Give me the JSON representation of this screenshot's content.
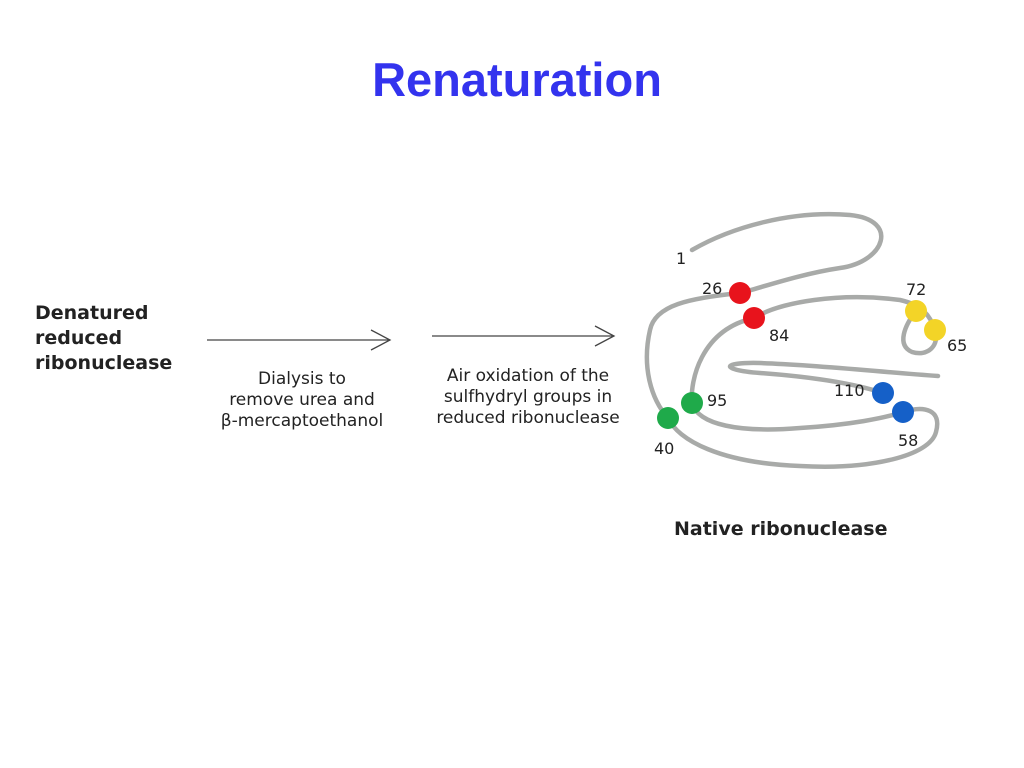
{
  "slide": {
    "title": "Renaturation",
    "title_color": "#3333ee"
  },
  "start_label": {
    "lines": [
      "Denatured",
      "reduced",
      "ribonuclease"
    ]
  },
  "step1": {
    "lines": [
      "Dialysis to",
      "remove urea and",
      "β-mercaptoethanol"
    ]
  },
  "step2": {
    "lines": [
      "Air oxidation of the",
      "sulfhydryl groups in",
      "reduced ribonuclease"
    ]
  },
  "end_label": "Native ribonuclease",
  "residues": {
    "n_terminus": "1",
    "r26": "26",
    "r84": "84",
    "r72": "72",
    "r65": "65",
    "r95": "95",
    "r40": "40",
    "r110": "110",
    "r58": "58"
  },
  "disulfide_colors": {
    "pair_26_84": "#e8131c",
    "pair_65_72": "#f3d427",
    "pair_40_95": "#1faa4a",
    "pair_58_110": "#1560c8"
  },
  "chain_color": "#a8aaa8"
}
